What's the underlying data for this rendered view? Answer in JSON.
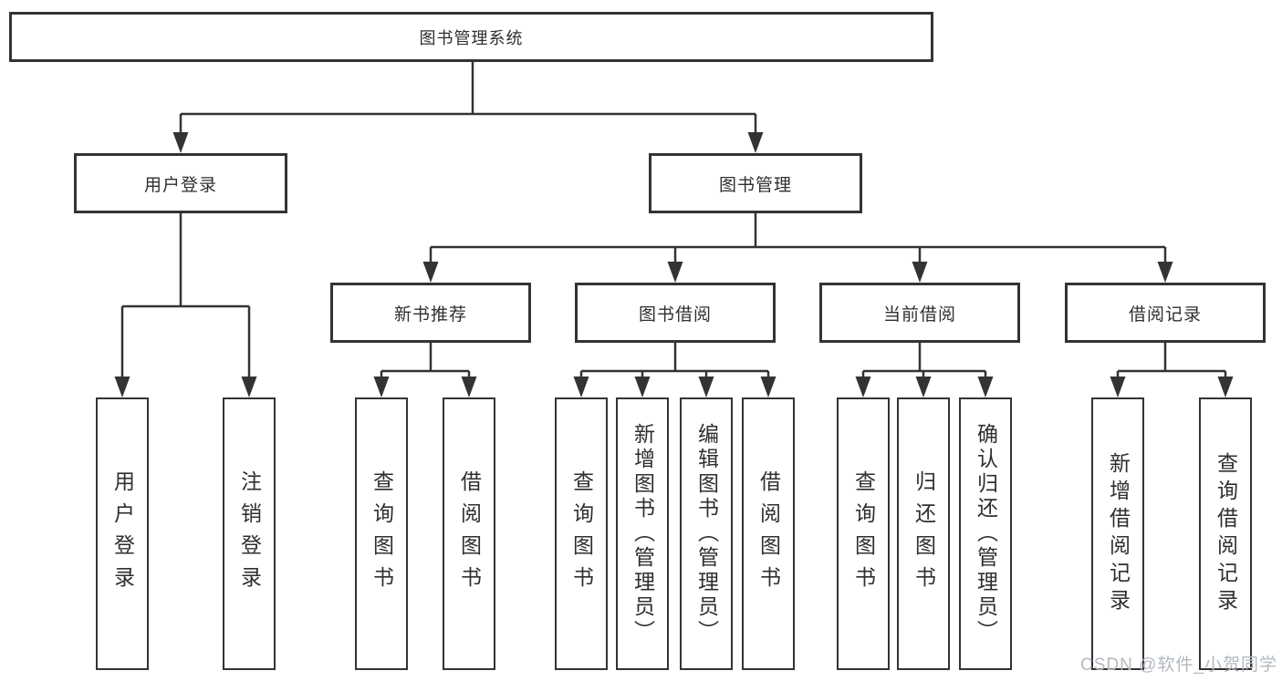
{
  "tree": {
    "root": "图书管理系统",
    "level2": [
      "用户登录",
      "图书管理"
    ],
    "level3": [
      "新书推荐",
      "图书借阅",
      "当前借阅",
      "借阅记录"
    ],
    "leaves": {
      "user_login": [
        "用户登录",
        "注销登录"
      ],
      "new_book": [
        "查询图书",
        "借阅图书"
      ],
      "borrow": [
        "查询图书",
        "新增图书（管理员）",
        "编辑图书（管理员）",
        "借阅图书"
      ],
      "current": [
        "查询图书",
        "归还图书",
        "确认归还（管理员）"
      ],
      "record": [
        "新增借阅记录",
        "查询借阅记录"
      ]
    }
  },
  "watermark": "CSDN @软件_小贺同学",
  "colors": {
    "line": "#333333",
    "text": "#2f2f2f",
    "watermark": "#b3b9c0",
    "background": "#ffffff"
  }
}
